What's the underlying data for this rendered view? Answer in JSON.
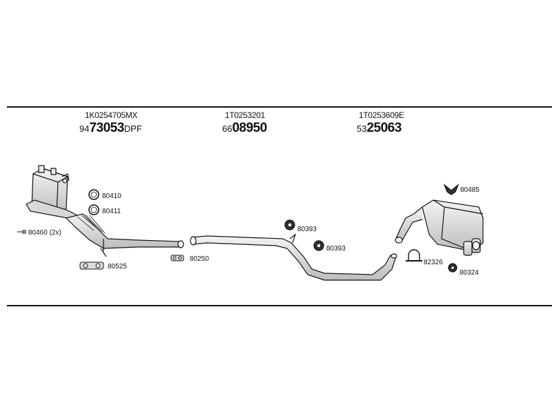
{
  "header": {
    "groups": [
      {
        "oe": "1K0254705MX",
        "art_prefix": "94",
        "art_main": "73053",
        "art_suffix": "DPF"
      },
      {
        "oe": "1T0253201",
        "art_prefix": "66",
        "art_main": "08950",
        "art_suffix": ""
      },
      {
        "oe": "1T0253609E",
        "art_prefix": "53",
        "art_main": "25063",
        "art_suffix": ""
      }
    ]
  },
  "parts": {
    "p80410": "80410",
    "p80411": "80411",
    "p80460": "80460 (2x)",
    "p80525": "80525",
    "p80250": "80250",
    "p80393a": "80393",
    "p80393b": "80393",
    "p80485": "80485",
    "p82326": "82326",
    "p80324": "80324"
  }
}
